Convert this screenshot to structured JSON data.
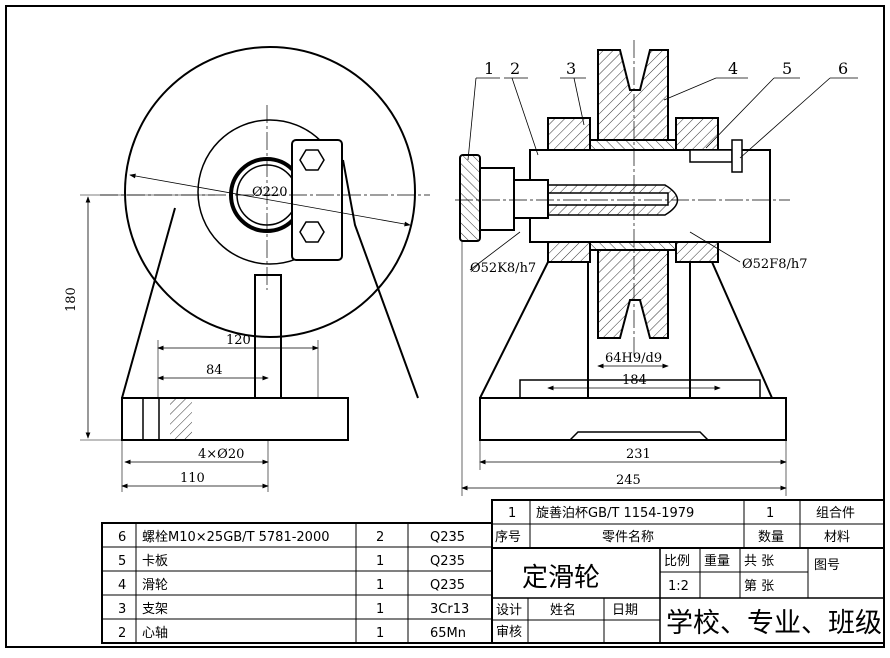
{
  "drawing": {
    "dimensions": {
      "d220": "Ø220",
      "h180": "180",
      "w120": "120",
      "w84": "84",
      "holes": "4×Ø20",
      "w110": "110",
      "fit_left": "Ø52K8/h7",
      "fit_right": "Ø52F8/h7",
      "fit_hub": "64H9/d9",
      "w184": "184",
      "w231": "231",
      "w245": "245"
    },
    "balloons": [
      "1",
      "2",
      "3",
      "4",
      "5",
      "6"
    ]
  },
  "parts_list": {
    "rows": [
      {
        "no": "6",
        "name": "螺栓M10×25GB/T 5781-2000",
        "qty": "2",
        "material": "Q235"
      },
      {
        "no": "5",
        "name": "卡板",
        "qty": "1",
        "material": "Q235"
      },
      {
        "no": "4",
        "name": "滑轮",
        "qty": "1",
        "material": "Q235"
      },
      {
        "no": "3",
        "name": "支架",
        "qty": "1",
        "material": "3Cr13"
      },
      {
        "no": "2",
        "name": "心轴",
        "qty": "1",
        "material": "65Mn"
      }
    ],
    "top_row": {
      "no": "1",
      "name": "旋善泊杯GB/T 1154-1979",
      "qty": "1",
      "material": "组合件"
    },
    "header": {
      "no": "序号",
      "name": "零件名称",
      "qty": "数量",
      "material": "材料"
    }
  },
  "title_block": {
    "title": "定滑轮",
    "scale_label": "比例",
    "scale_value": "1:2",
    "weight_label": "重量",
    "sheets_total": "共 张",
    "sheet_no": "第 张",
    "drawing_no_label": "图号",
    "designer_label": "设计",
    "name_label": "姓名",
    "date_label": "日期",
    "reviewer_label": "审核",
    "school": "学校、专业、班级"
  }
}
